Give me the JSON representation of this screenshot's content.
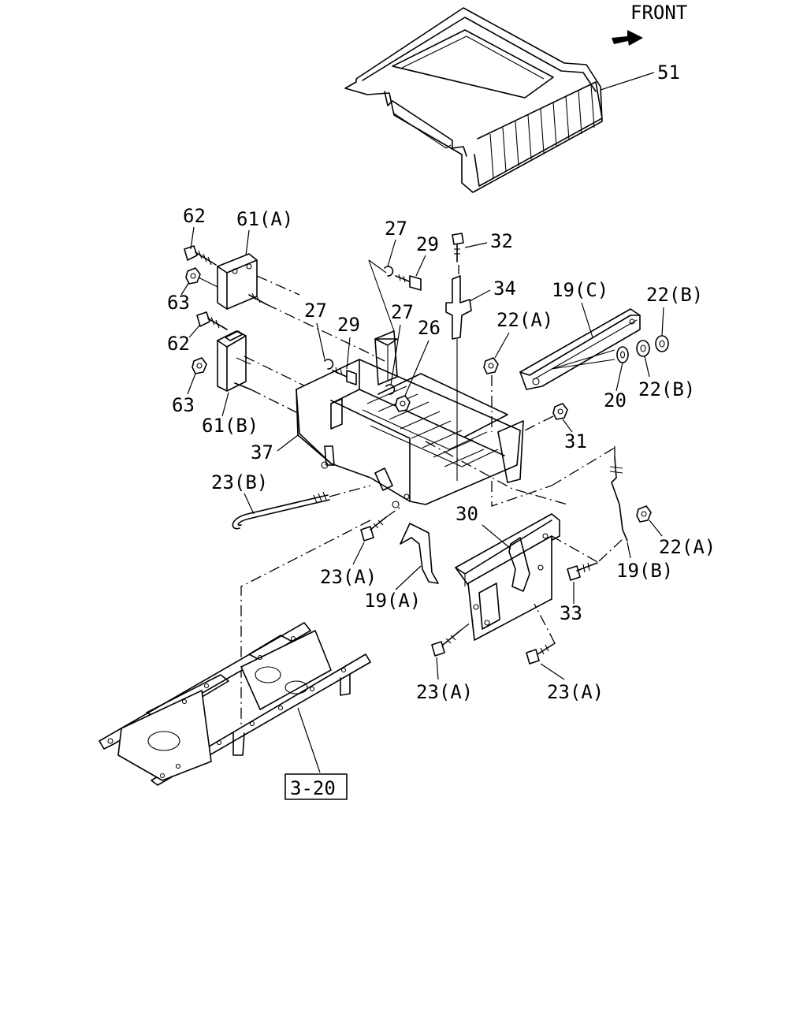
{
  "header": {
    "front_label": "FRONT"
  },
  "callouts": {
    "p51": "51",
    "p62_top": "62",
    "p61a": "61(A)",
    "p63_top": "63",
    "p62_bottom": "62",
    "p63_bottom": "63",
    "p61b": "61(B)",
    "p27_a": "27",
    "p29_a": "29",
    "p32": "32",
    "p34": "34",
    "p27_b": "27",
    "p29_b": "29",
    "p27_c": "27",
    "p26": "26",
    "p22a_top": "22(A)",
    "p19c": "19(C)",
    "p22b_top": "22(B)",
    "p20": "20",
    "p22b_bottom": "22(B)",
    "p31": "31",
    "p37": "37",
    "p23b": "23(B)",
    "p30": "30",
    "p22a_right": "22(A)",
    "p19b": "19(B)",
    "p23a_left": "23(A)",
    "p19a": "19(A)",
    "p33": "33",
    "p23a_bottom_left": "23(A)",
    "p23a_bottom_right": "23(A)"
  },
  "reference_box": {
    "label": "3-20"
  }
}
